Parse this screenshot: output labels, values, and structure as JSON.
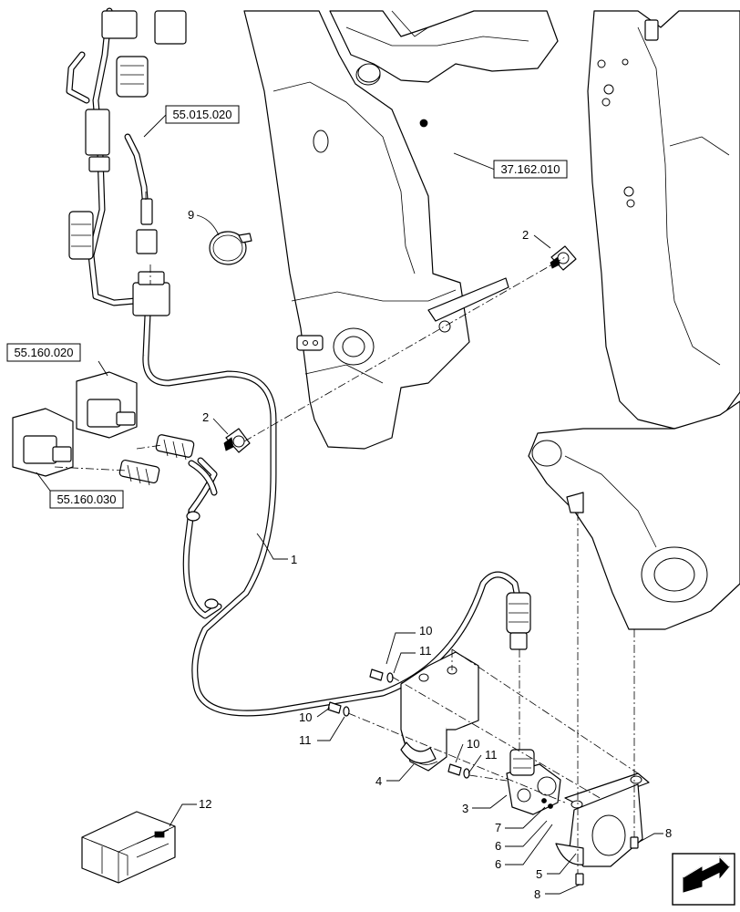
{
  "references": [
    {
      "id": "ref-55-015-020",
      "label": "55.015.020"
    },
    {
      "id": "ref-37-162-010",
      "label": "37.162.010"
    },
    {
      "id": "ref-55-160-020",
      "label": "55.160.020"
    },
    {
      "id": "ref-55-160-030",
      "label": "55.160.030"
    }
  ],
  "callouts": {
    "c1": "1",
    "c2a": "2",
    "c2b": "2",
    "c3": "3",
    "c4": "4",
    "c5": "5",
    "c6a": "6",
    "c6b": "6",
    "c7": "7",
    "c8a": "8",
    "c8b": "8",
    "c9": "9",
    "c10a": "10",
    "c10b": "10",
    "c10c": "10",
    "c11a": "11",
    "c11b": "11",
    "c11c": "11",
    "c12": "12"
  },
  "nav_icon": "arrow-navigation-icon"
}
